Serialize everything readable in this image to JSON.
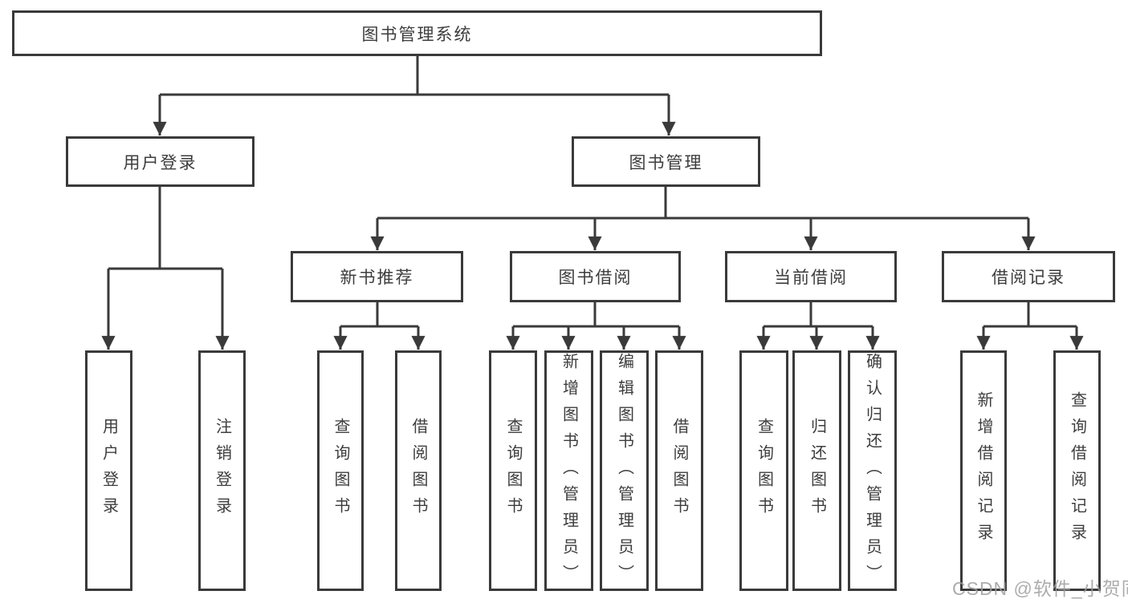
{
  "diagram": {
    "type": "tree",
    "colors": {
      "line": "#3a3a3a",
      "box_border": "#3a3a3a",
      "text": "#3d3d3d",
      "background": "#ffffff",
      "watermark": "#9e9e9e"
    },
    "watermark": "CSDN @软件_小贺同学",
    "nodes": {
      "root": {
        "label": "图书管理系统"
      },
      "user_login": {
        "label": "用户登录"
      },
      "book_mgmt": {
        "label": "图书管理"
      },
      "new_book_rec": {
        "label": "新书推荐"
      },
      "book_borrow": {
        "label": "图书借阅"
      },
      "current_borrow": {
        "label": "当前借阅"
      },
      "borrow_records": {
        "label": "借阅记录"
      },
      "leaf_user_login": {
        "label": "用户登录"
      },
      "leaf_logout": {
        "label": "注销登录"
      },
      "leaf_query_book_1": {
        "label": "查询图书"
      },
      "leaf_borrow_book_1": {
        "label": "借阅图书"
      },
      "leaf_query_book_2": {
        "label": "查询图书"
      },
      "leaf_add_book": {
        "label": "新增图书（管理员）"
      },
      "leaf_edit_book": {
        "label": "编辑图书（管理员）"
      },
      "leaf_borrow_book_2": {
        "label": "借阅图书"
      },
      "leaf_query_book_3": {
        "label": "查询图书"
      },
      "leaf_return_book": {
        "label": "归还图书"
      },
      "leaf_confirm_return": {
        "label": "确认归还（管理员）"
      },
      "leaf_add_record": {
        "label": "新增借阅记录"
      },
      "leaf_query_record": {
        "label": "查询借阅记录"
      }
    },
    "edges": [
      [
        "root",
        "user_login"
      ],
      [
        "root",
        "book_mgmt"
      ],
      [
        "user_login",
        "leaf_user_login"
      ],
      [
        "user_login",
        "leaf_logout"
      ],
      [
        "book_mgmt",
        "new_book_rec"
      ],
      [
        "book_mgmt",
        "book_borrow"
      ],
      [
        "book_mgmt",
        "current_borrow"
      ],
      [
        "book_mgmt",
        "borrow_records"
      ],
      [
        "new_book_rec",
        "leaf_query_book_1"
      ],
      [
        "new_book_rec",
        "leaf_borrow_book_1"
      ],
      [
        "book_borrow",
        "leaf_query_book_2"
      ],
      [
        "book_borrow",
        "leaf_add_book"
      ],
      [
        "book_borrow",
        "leaf_edit_book"
      ],
      [
        "book_borrow",
        "leaf_borrow_book_2"
      ],
      [
        "current_borrow",
        "leaf_query_book_3"
      ],
      [
        "current_borrow",
        "leaf_return_book"
      ],
      [
        "current_borrow",
        "leaf_confirm_return"
      ],
      [
        "borrow_records",
        "leaf_add_record"
      ],
      [
        "borrow_records",
        "leaf_query_record"
      ]
    ]
  }
}
